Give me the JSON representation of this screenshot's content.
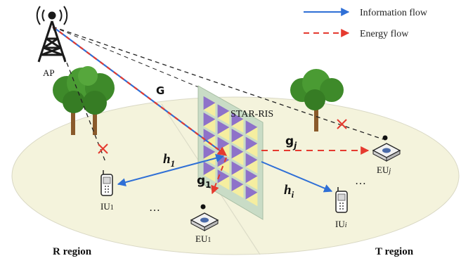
{
  "legend": {
    "information_flow": "Information flow",
    "energy_flow": "Energy flow"
  },
  "labels": {
    "ap": "AP",
    "star_ris": "STAR-RIS",
    "r_region": "R region",
    "t_region": "T region",
    "G": "G",
    "h1": "h",
    "h1_sub": "1",
    "hi": "h",
    "hi_sub": "i",
    "g1": "g",
    "g1_sub": "1",
    "gj": "g",
    "gj_sub": "j",
    "iu1": "IU",
    "iu1_sub": "1",
    "iui": "IU",
    "iui_sub": "i",
    "eu1": "EU",
    "eu1_sub": "1",
    "euj": "EU",
    "euj_sub": "j",
    "ellipsis_left": "…",
    "ellipsis_right": "…"
  },
  "colors": {
    "info_blue": "#2f6fd6",
    "energy_red": "#e53a2f",
    "ground": "#f4f3dc",
    "tree_green": "#3e8a2a",
    "trunk": "#8a5a2b",
    "ris_frame": "#c9dcc6",
    "ris_purple": "#8e72c9",
    "ris_yellow": "#f5eea0"
  }
}
